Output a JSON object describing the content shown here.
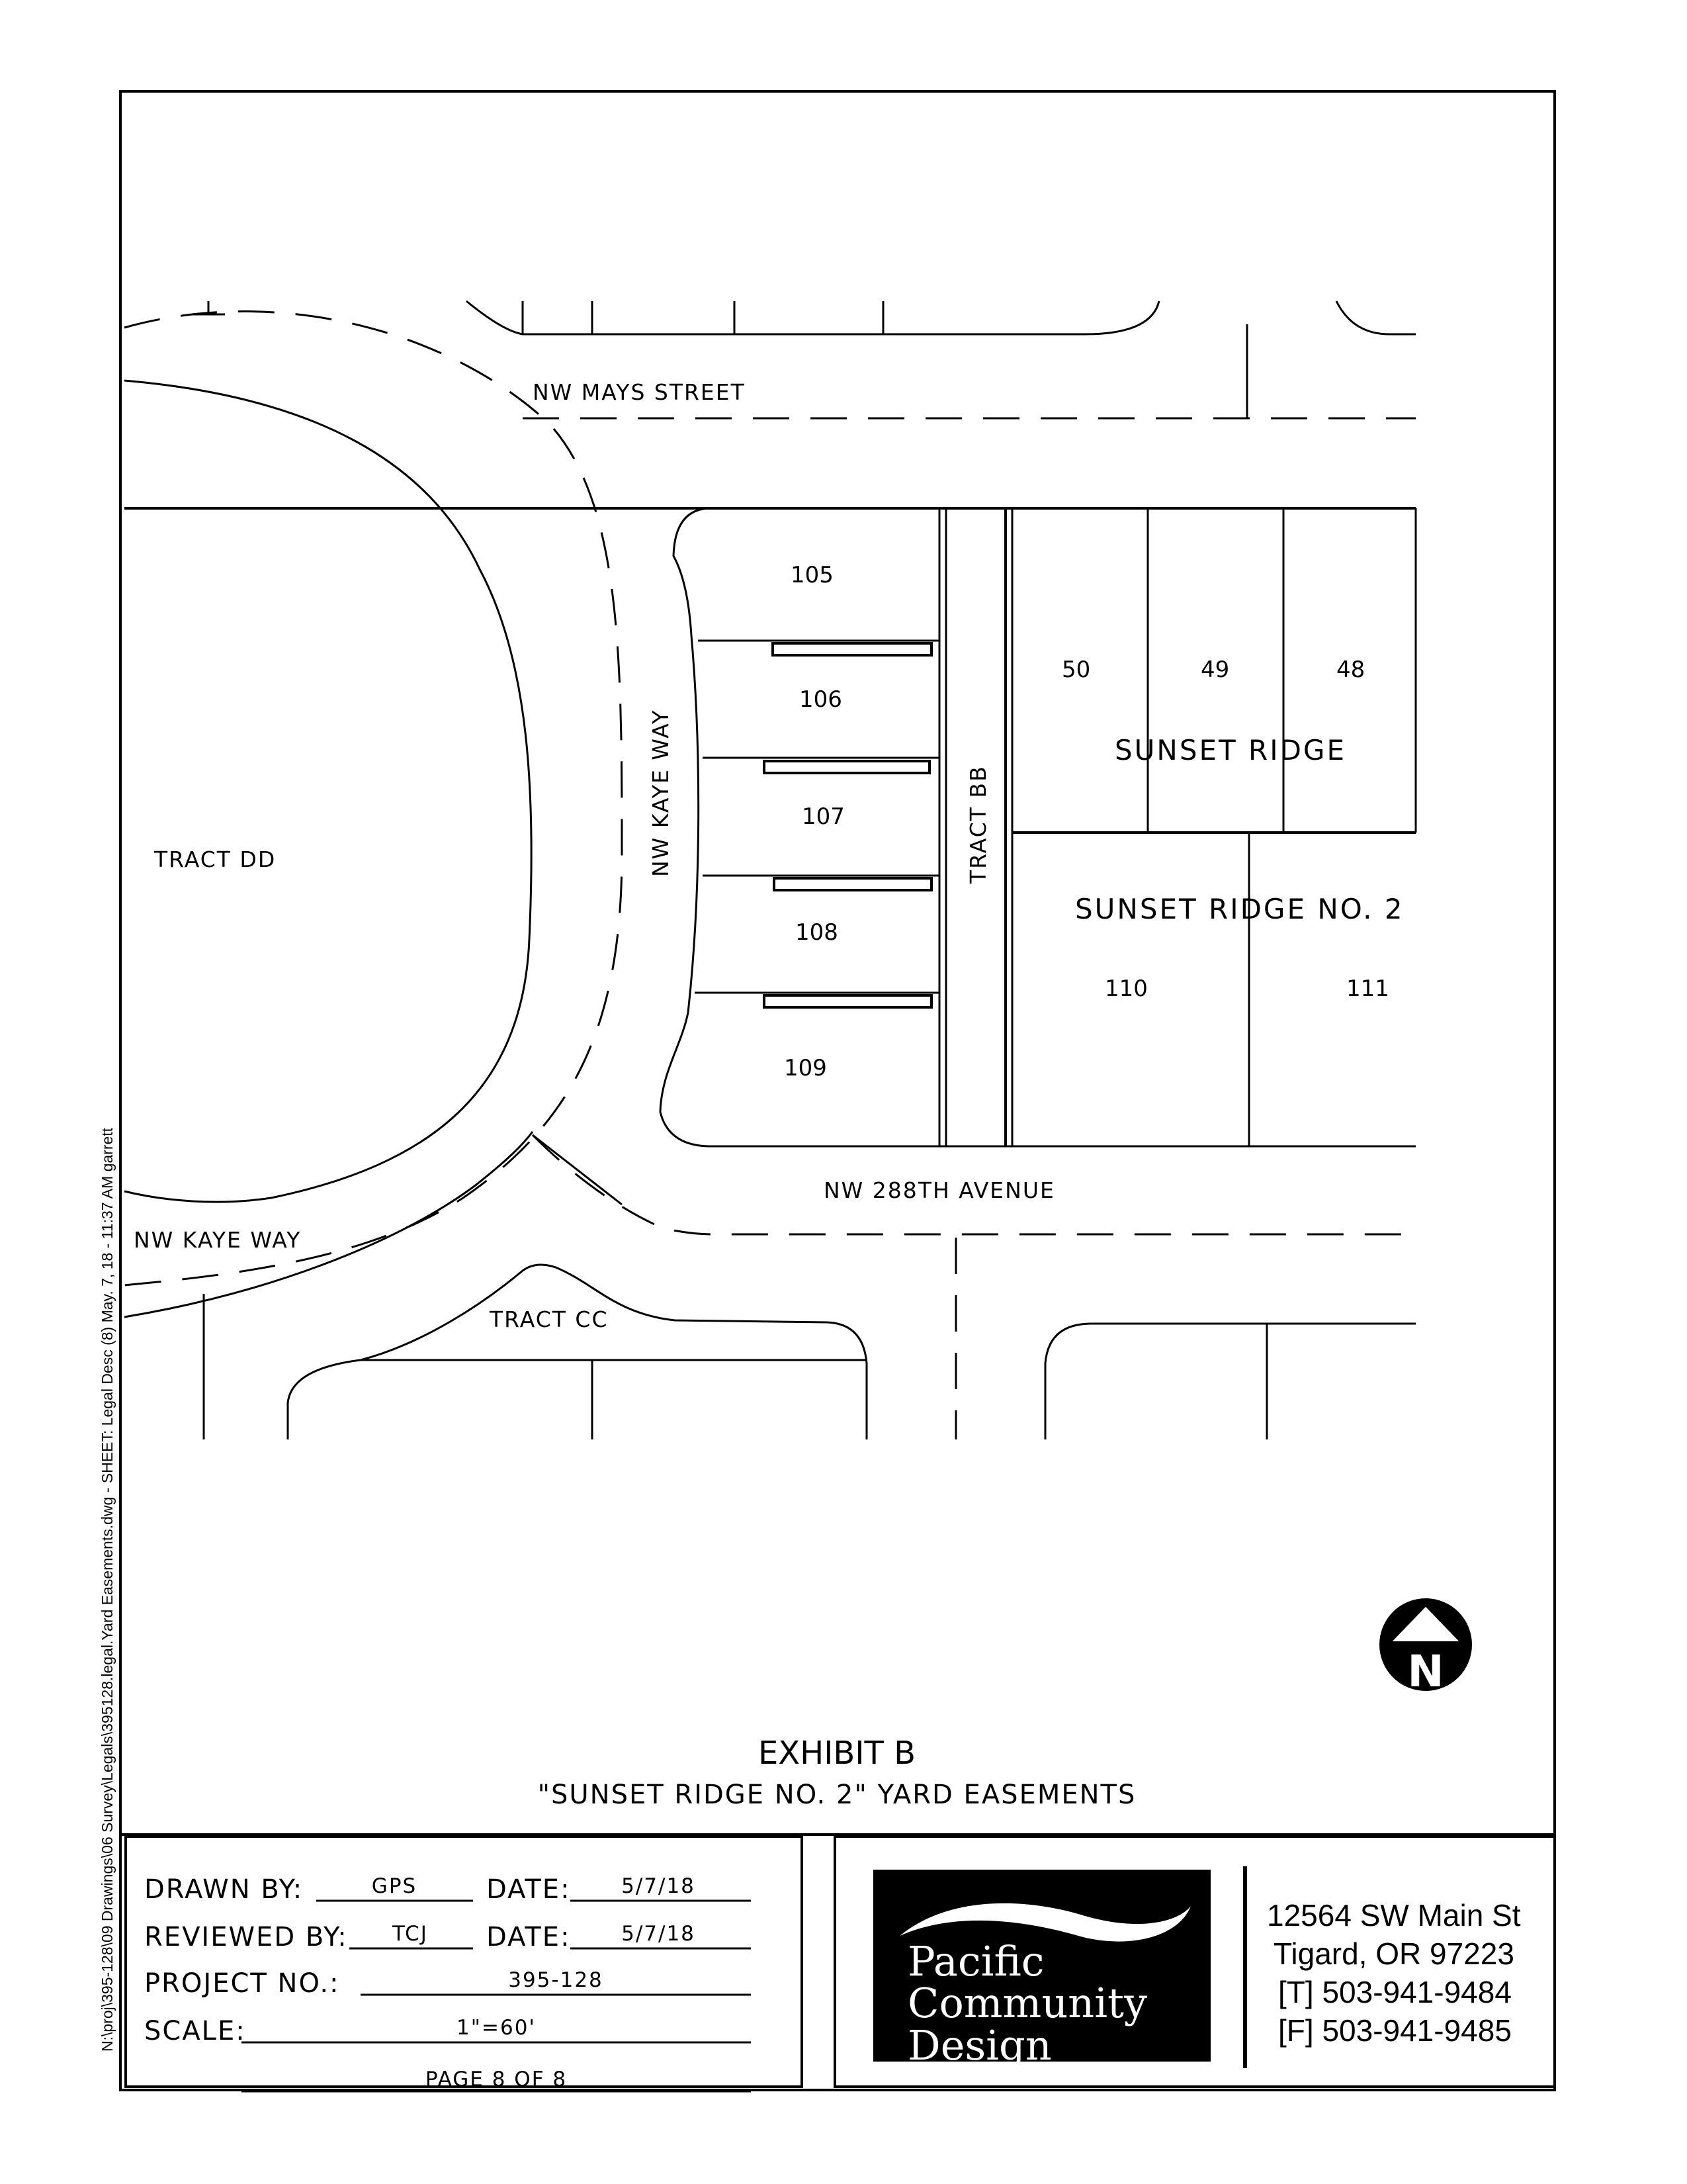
{
  "map": {
    "streets": {
      "mays_street": "NW MAYS STREET",
      "kaye_way_vertical": "NW KAYE WAY",
      "kaye_way_lower": "NW KAYE WAY",
      "avenue_288th": "NW 288TH AVENUE"
    },
    "tracts": {
      "dd": "TRACT DD",
      "bb": "TRACT BB",
      "cc": "TRACT CC"
    },
    "lots": [
      "105",
      "106",
      "107",
      "108",
      "109",
      "50",
      "49",
      "48",
      "110",
      "111"
    ],
    "subdivisions": {
      "sunset_ridge": "SUNSET RIDGE",
      "sunset_ridge_2": "SUNSET RIDGE NO. 2"
    },
    "north_arrow_letter": "N"
  },
  "exhibit": {
    "title": "EXHIBIT B",
    "subtitle": "\"SUNSET RIDGE NO. 2\" YARD EASEMENTS"
  },
  "title_block": {
    "drawn_by_label": "DRAWN BY:",
    "drawn_by": "GPS",
    "date_label_1": "DATE:",
    "date_1": "5/7/18",
    "reviewed_by_label": "REVIEWED BY:",
    "reviewed_by": "TCJ",
    "date_label_2": "DATE:",
    "date_2": "5/7/18",
    "project_no_label": "PROJECT NO.:",
    "project_no": "395-128",
    "scale_label": "SCALE:",
    "scale": "1\"=60'",
    "page": "PAGE 8 OF 8"
  },
  "company": {
    "logo_line_1": "Pacific",
    "logo_line_2": "Community",
    "logo_line_3": "Design",
    "address_1": "12564 SW Main St",
    "address_2": "Tigard, OR 97223",
    "phone": "[T] 503-941-9484",
    "fax": "[F] 503-941-9485"
  },
  "side_note": "N:\\proj\\395-128\\09 Drawings\\06 Survey\\Legals\\395128.legal.Yard Easements.dwg - SHEET: Legal Desc (8)   May. 7, 18 - 11:37 AM  garrett"
}
